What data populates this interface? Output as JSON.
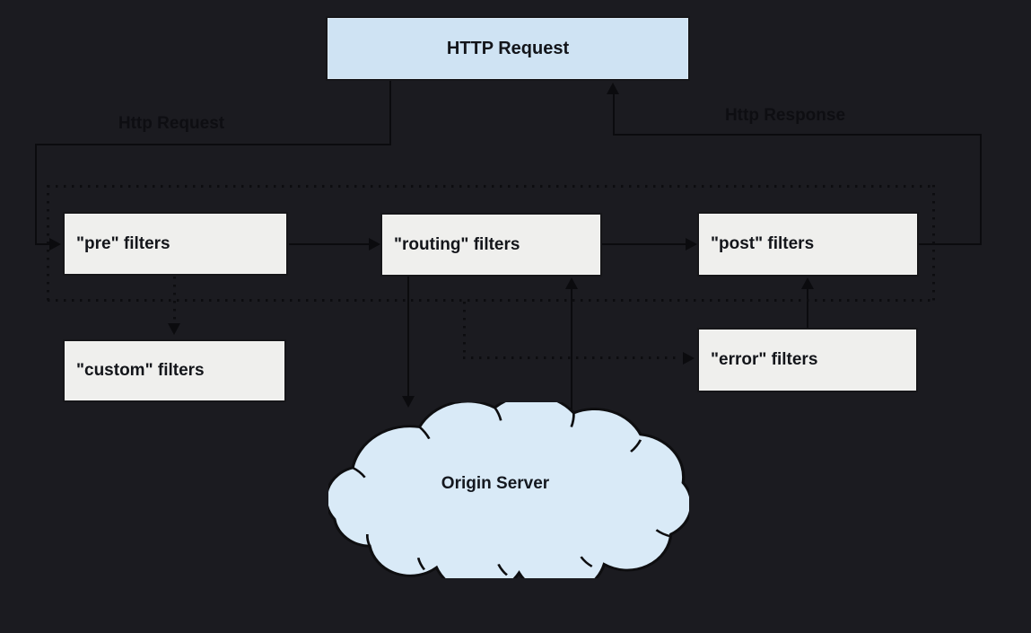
{
  "diagram": {
    "title_box": {
      "label": "HTTP Request"
    },
    "flow_labels": {
      "request": "Http Request",
      "response": "Http Response"
    },
    "nodes": {
      "pre": {
        "label": "\"pre\" filters"
      },
      "routing": {
        "label": "\"routing\" filters"
      },
      "post": {
        "label": "\"post\" filters"
      },
      "custom": {
        "label": "\"custom\" filters"
      },
      "error": {
        "label": "\"error\" filters"
      },
      "origin": {
        "label": "Origin Server"
      }
    },
    "colors": {
      "background": "#1b1b20",
      "filter_box_fill": "#efefed",
      "request_box_fill": "#cfe3f3",
      "cloud_fill": "#d9eaf7",
      "connector": "#0b0b0e",
      "text": "#13151a"
    }
  }
}
